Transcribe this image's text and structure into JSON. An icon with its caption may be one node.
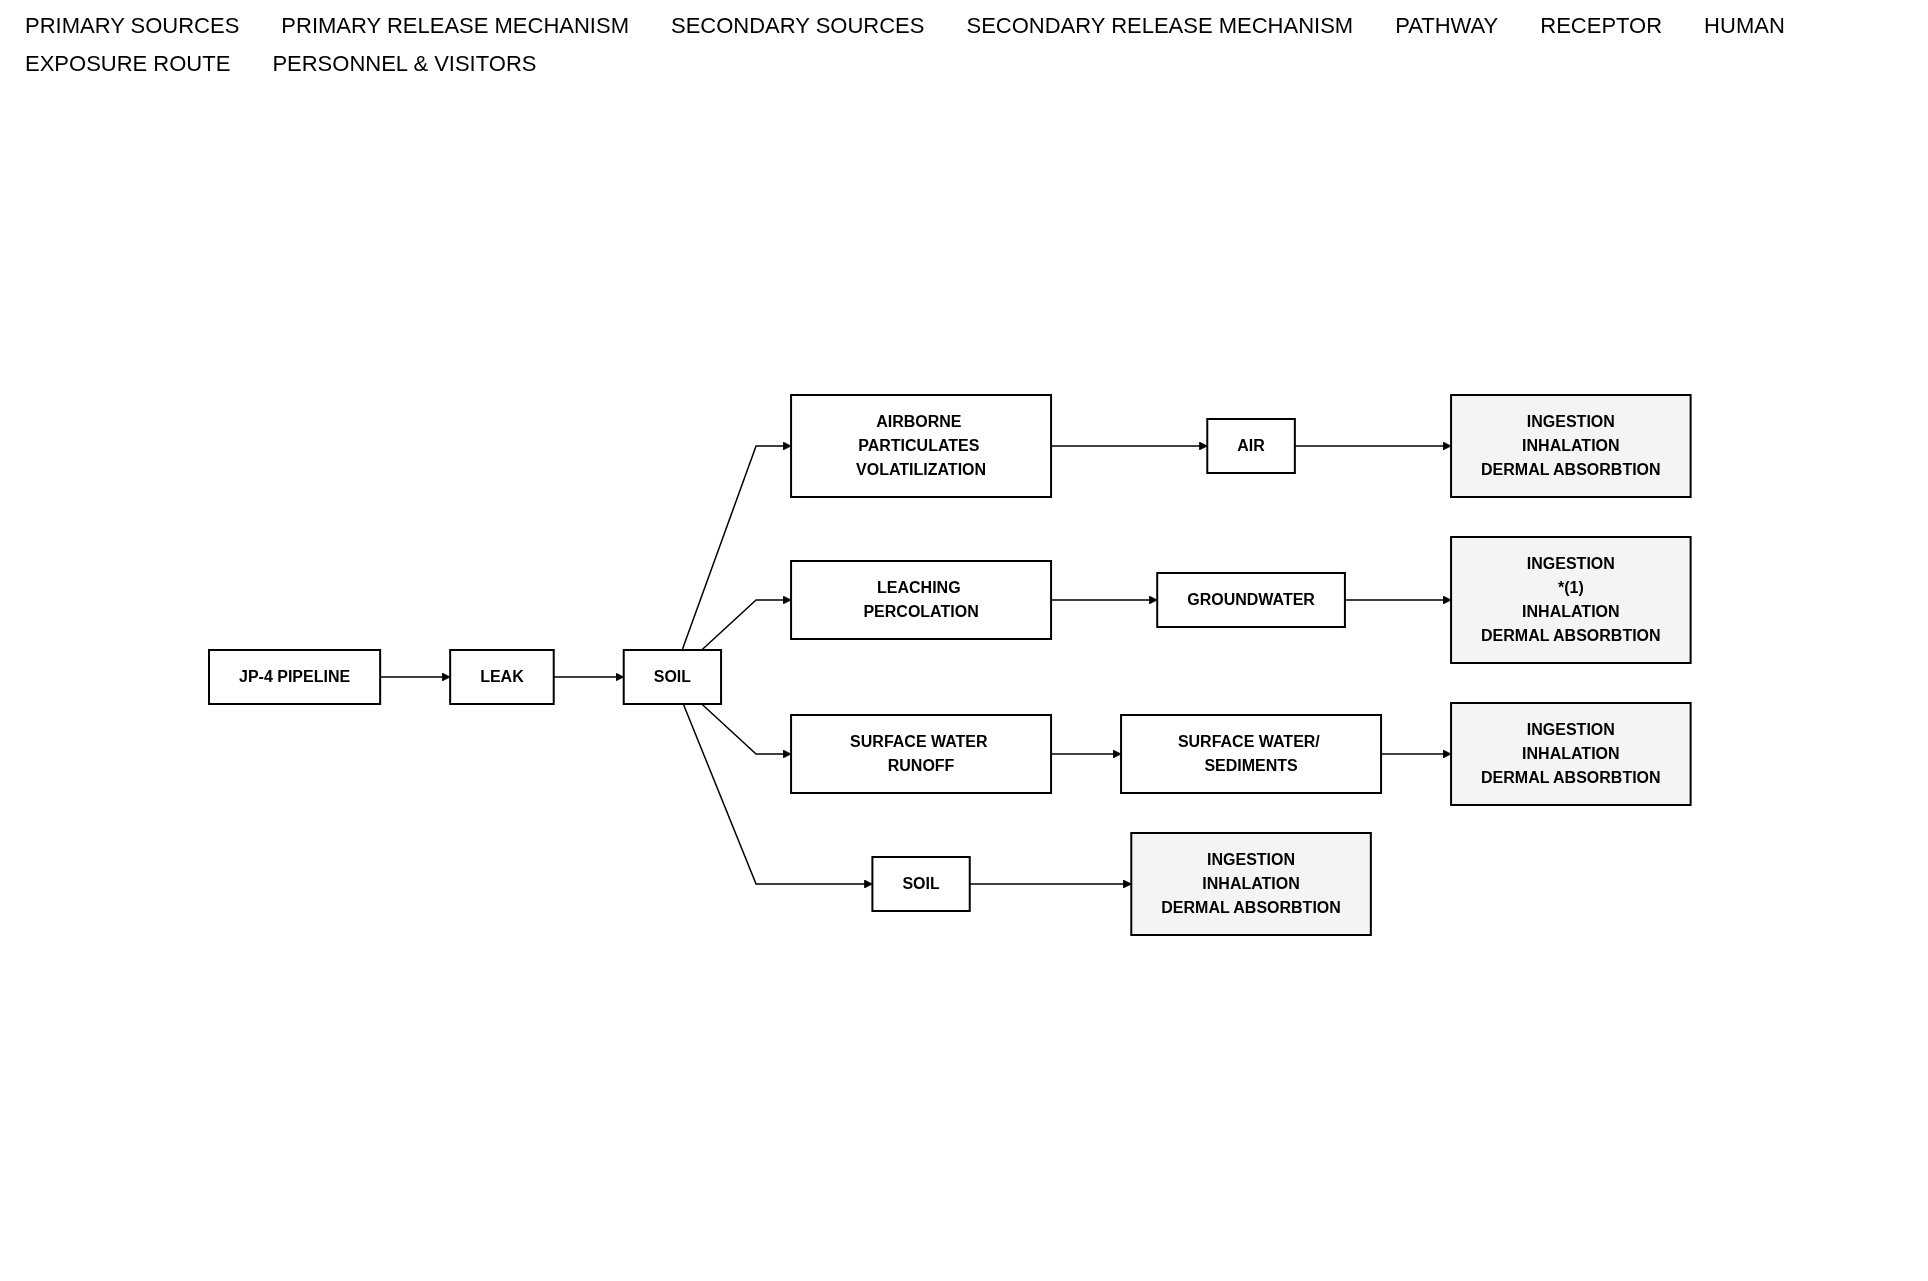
{
  "diagram": {
    "nodes": [
      {
        "text": [
          "JP-4 PIPELINE"
        ]
      },
      {
        "text": [
          "LEAK"
        ]
      },
      {
        "text": [
          "SOIL"
        ]
      },
      {
        "text": [
          "AIRBORNE PARTICULATES VOLATILIZATION"
        ]
      },
      {
        "text": [
          "LEACHING PERCOLATION"
        ]
      },
      {
        "text": [
          "SURFACE WATER RUNOFF"
        ]
      },
      {
        "text": [
          "AIR"
        ]
      },
      {
        "text": [
          "GROUNDWATER"
        ]
      },
      {
        "text": [
          "SURFACE WATER/ SEDIMENTS"
        ]
      },
      {
        "text": [
          "SOIL"
        ]
      },
      {
        "text": [
          "INGESTION",
          "INHALATION",
          "DERMAL ABSORBTION"
        ]
      },
      {
        "text": [
          "INGESTION",
          "*(1)",
          "INHALATION",
          "DERMAL ABSORBTION"
        ]
      },
      {
        "text": [
          "INGESTION",
          "INHALATION",
          "DERMAL ABSORBTION"
        ]
      },
      {
        "text": [
          "INGESTION",
          "INHALATION",
          "DERMAL ABSORBTION"
        ]
      }
    ],
    "edges": [
      {
        "from": 0,
        "to": 1,
        "arrow": "to"
      },
      {
        "from": 1,
        "to": 2,
        "arrow": "to"
      },
      {
        "from": 2,
        "to": 3,
        "arrow": "to"
      },
      {
        "from": 2,
        "to": 4,
        "arrow": "to"
      },
      {
        "from": 2,
        "to": 5,
        "arrow": "to"
      },
      {
        "from": 2,
        "to": 9,
        "arrow": "to"
      },
      {
        "from": 3,
        "to": 6,
        "arrow": "to"
      },
      {
        "from": 4,
        "to": 7,
        "arrow": "to"
      },
      {
        "from": 5,
        "to": 8,
        "arrow": "to"
      },
      {
        "from": 6,
        "to": 10,
        "arrow": "to"
      },
      {
        "from": 7,
        "to": 11,
        "arrow": "to"
      },
      {
        "from": 8,
        "to": 12,
        "arrow": "to"
      },
      {
        "from": 9,
        "to": 13,
        "arrow": "to"
      }
    ],
    "labels": [
      "PRIMARY SOURCES",
      "PRIMARY RELEASE MECHANISM",
      "SECONDARY SOURCES",
      "SECONDARY RELEASE MECHANISM",
      "PATHWAY",
      "RECEPTOR",
      "HUMAN",
      "EXPOSURE ROUTE",
      "PERSONNEL & VISITORS"
    ]
  }
}
